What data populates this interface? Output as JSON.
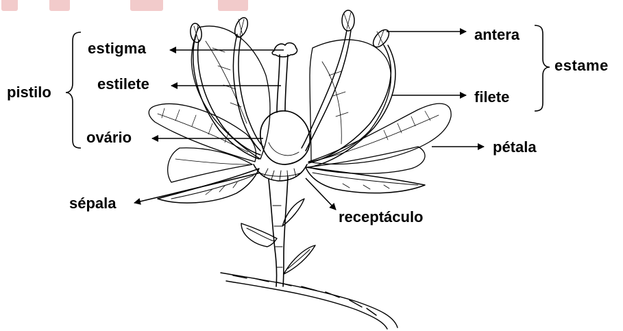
{
  "labels": {
    "estigma": "estigma",
    "estilete": "estilete",
    "pistilo": "pistilo",
    "ovario": "ovário",
    "sepala": "sépala",
    "antera": "antera",
    "estame": "estame",
    "filete": "filete",
    "petala": "pétala",
    "receptaculo": "receptáculo"
  },
  "colors": {
    "ink": "#000000",
    "background": "#ffffff",
    "watermark": "#e8a0a0"
  }
}
